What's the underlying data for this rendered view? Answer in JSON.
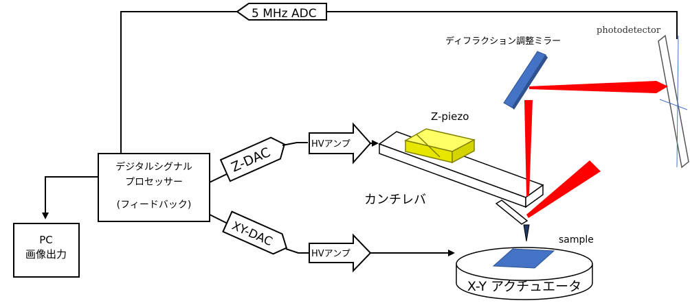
{
  "adc_label": "5 MHz ADC",
  "mirror_label": "ディフラクション調整ミラー",
  "photodetector_label": "photodetector",
  "dsp": {
    "line1": "デジタルシグナル",
    "line2": "プロセッサー",
    "line3": "(フィードバック)"
  },
  "pc": {
    "line1": "PC",
    "line2": "画像出力"
  },
  "zdac_label": "Z-DAC",
  "xydac_label": "XY-DAC",
  "hv_amp_top": "HVアンプ",
  "hv_amp_bottom": "HVアンプ",
  "zpiezo_label": "Z-piezo",
  "cantilever_label": "カンチレバ",
  "sample_label": "sample",
  "actuator_label": "X-Y アクチュエータ",
  "colors": {
    "laser": "#ff0000",
    "mirror": "#4472c4",
    "piezo": "#ffff00",
    "sample": "#4472c4"
  }
}
